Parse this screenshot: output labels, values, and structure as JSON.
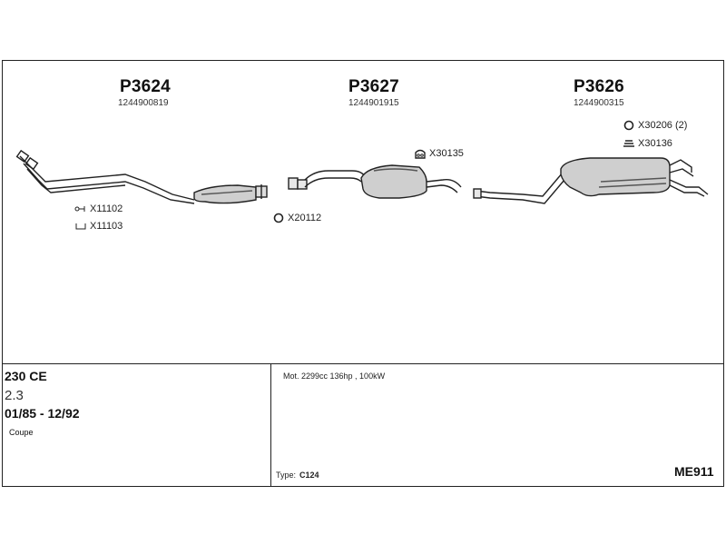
{
  "parts": [
    {
      "title": "P3624",
      "number": "1244900819"
    },
    {
      "title": "P3627",
      "number": "1244901915"
    },
    {
      "title": "P3626",
      "number": "1244900315"
    }
  ],
  "accessories": {
    "x11102": "X11102",
    "x11103": "X11103",
    "x20112": "X20112",
    "x30135": "X30135",
    "x30206": "X30206 (2)",
    "x30136": "X30136"
  },
  "vehicle": {
    "model": "230 CE",
    "engine": "2.3",
    "years": "01/85 - 12/92",
    "body": "Coupe",
    "motor": "Mot. 2299cc 136hp , 100kW",
    "type_label": "Type:",
    "type_value": "C124",
    "code": "ME911"
  }
}
